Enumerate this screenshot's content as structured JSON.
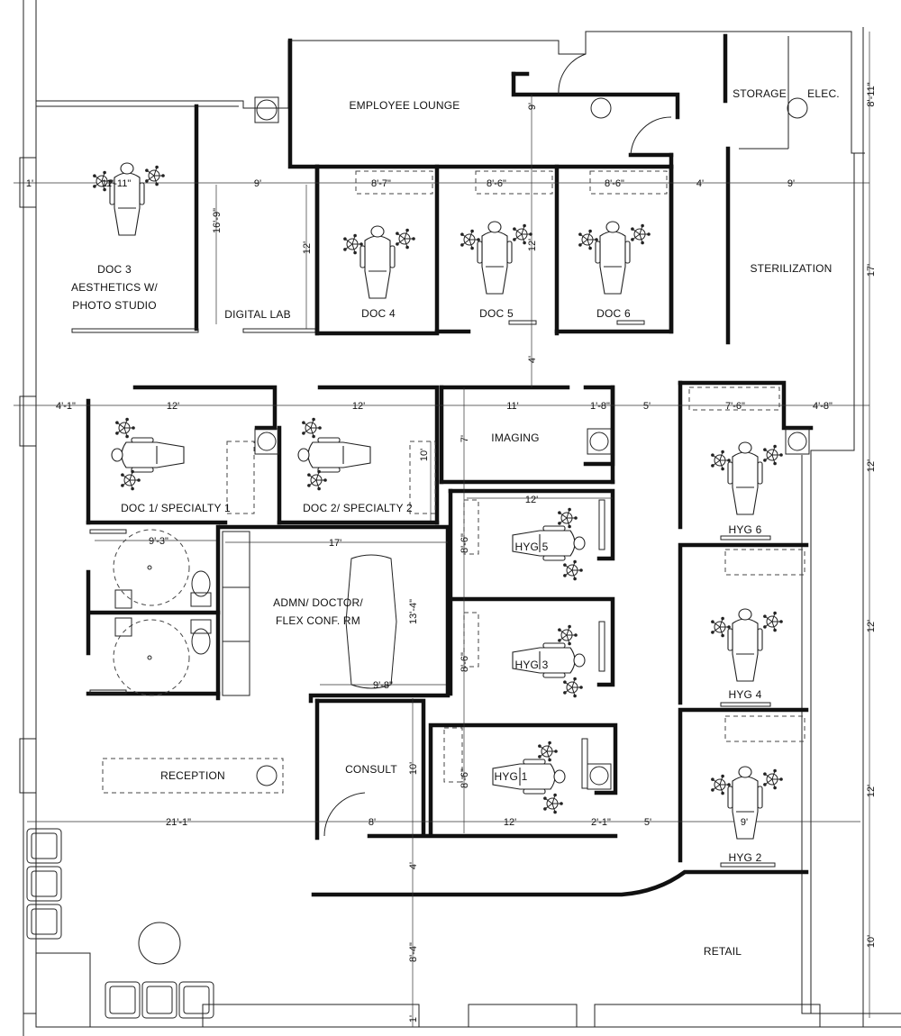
{
  "rooms": {
    "employee_lounge": "EMPLOYEE LOUNGE",
    "storage": "STORAGE",
    "elec": "ELEC.",
    "doc3_line1": "DOC 3",
    "doc3_line2": "AESTHETICS W/",
    "doc3_line3": "PHOTO STUDIO",
    "digital_lab": "DIGITAL LAB",
    "doc4": "DOC 4",
    "doc5": "DOC 5",
    "doc6": "DOC 6",
    "sterilization": "STERILIZATION",
    "doc1": "DOC 1/ SPECIALTY 1",
    "doc2": "DOC 2/ SPECIALTY 2",
    "imaging": "IMAGING",
    "hyg6": "HYG 6",
    "hyg5": "HYG 5",
    "admin_line1": "ADMN/ DOCTOR/",
    "admin_line2": "FLEX CONF. RM",
    "hyg4": "HYG 4",
    "hyg3": "HYG 3",
    "reception": "RECEPTION",
    "consult": "CONSULT",
    "hyg1": "HYG 1",
    "hyg2": "HYG 2",
    "retail": "RETAIL"
  },
  "dimensions": {
    "d_1_top": "1'",
    "d_11_11": "11'-11\"",
    "d_9_top": "9'",
    "d_8_7": "8'-7\"",
    "d_8_6_a": "8'-6\"",
    "d_8_6_b": "8'-6\"",
    "d_4_top": "4'",
    "d_9_right": "9'",
    "d_8_11": "8'-11\"",
    "d_9_vert": "9'",
    "d_16_9": "16'-9\"",
    "d_12_lab": "12'",
    "d_12_doc5": "12'",
    "d_17_right": "17'",
    "d_4_vert": "4'",
    "d_4_1": "4'-1\"",
    "d_12_doc1": "12'",
    "d_12_doc2": "12'",
    "d_11_img": "11'",
    "d_1_8": "1'-8\"",
    "d_5_mid": "5'",
    "d_7_6": "7'-6\"",
    "d_4_8": "4'-8\"",
    "d_7_img": "7'",
    "d_10_doc2": "10'",
    "d_12_right_a": "12'",
    "d_9_3": "9'-3\"",
    "d_17_admin": "17'",
    "d_12_hyg5": "12'",
    "d_8_6_hyg5": "8'-6\"",
    "d_13_4": "13'-4\"",
    "d_12_right_b": "12'",
    "d_8_6_hyg3": "8'-6\"",
    "d_9_8": "9'-8\"",
    "d_10_consult": "10'",
    "d_8_6_hyg1": "8'-6\"",
    "d_12_right_c": "12'",
    "d_21_1": "21'-1\"",
    "d_8_consult": "8'",
    "d_12_hyg1": "12'",
    "d_2_1": "2'-1\"",
    "d_5_bottom": "5'",
    "d_9_hyg2": "9'",
    "d_4_lower": "4'",
    "d_8_4": "8'-4\"",
    "d_10_retail": "10'",
    "d_1_bottom": "1'"
  }
}
